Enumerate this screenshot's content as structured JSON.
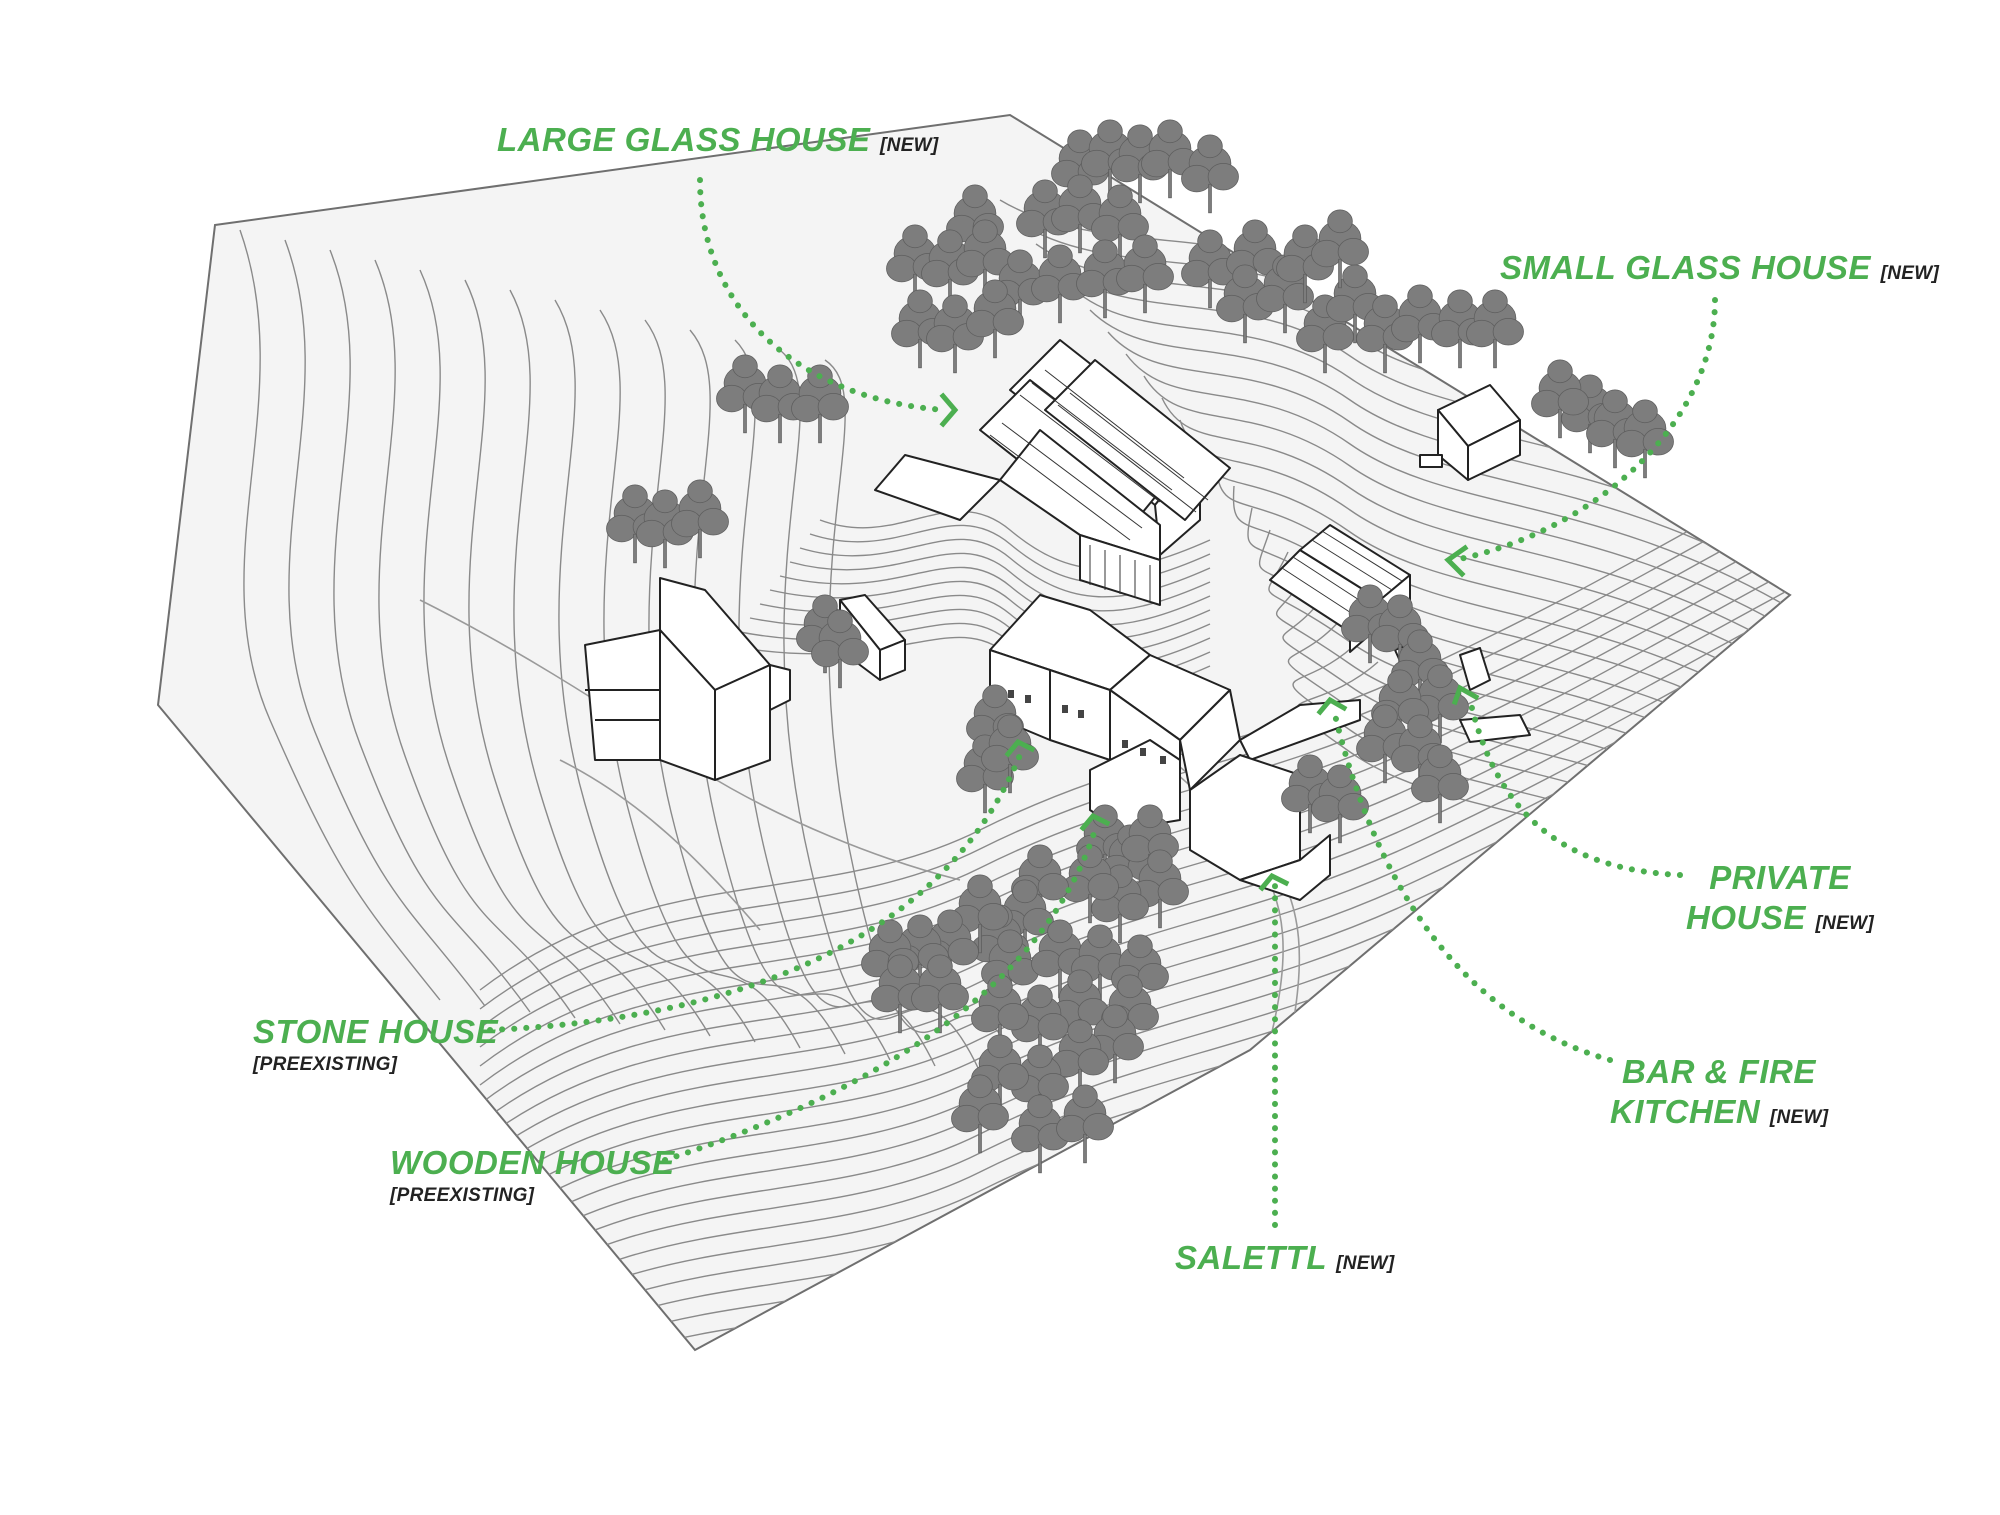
{
  "colors": {
    "accent": "#4caf50",
    "tag_text": "#222222",
    "terrain_fill": "#f4f4f4",
    "contour_line": "#8a8a8a",
    "tree_fill": "#7d7d7d",
    "building_fill": "#ffffff",
    "building_stroke": "#222222"
  },
  "labels": {
    "large_glass_house": {
      "title": "LARGE GLASS HOUSE",
      "tag": "[NEW]"
    },
    "small_glass_house": {
      "title": "SMALL GLASS HOUSE",
      "tag": "[NEW]"
    },
    "private_house": {
      "line1": "PRIVATE",
      "line2": "HOUSE",
      "tag": "[NEW]"
    },
    "bar_fire_kitchen": {
      "line1": "BAR & FIRE",
      "line2": "KITCHEN",
      "tag": "[NEW]"
    },
    "salettl": {
      "title": "SALETTL",
      "tag": "[NEW]"
    },
    "wooden_house": {
      "title": "WOODEN HOUSE",
      "tag": "[PREEXISTING]"
    },
    "stone_house": {
      "title": "STONE HOUSE",
      "tag": "[PREEXISTING]"
    }
  }
}
